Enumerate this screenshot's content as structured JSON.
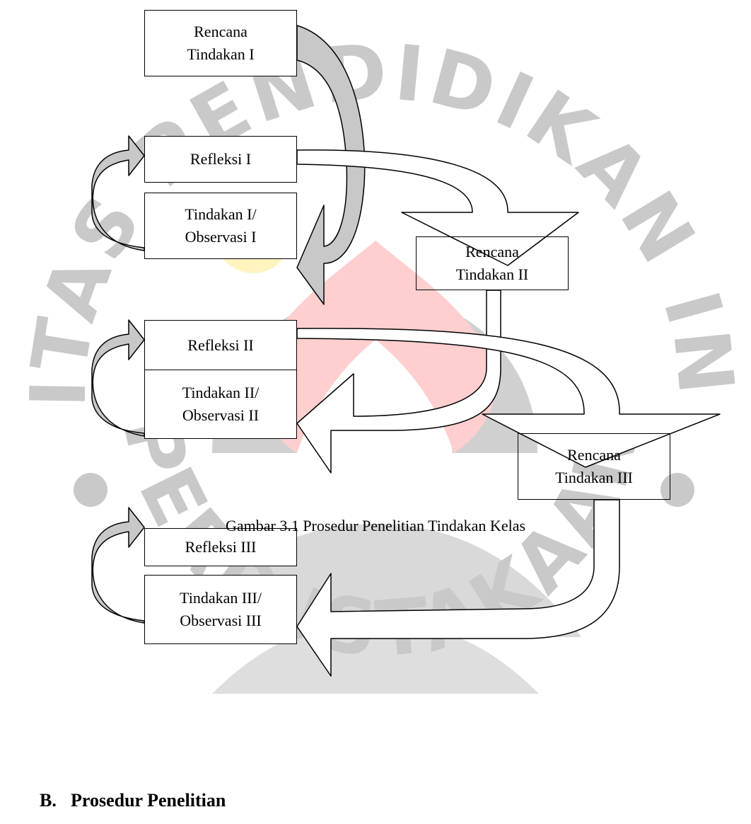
{
  "watermark": {
    "text_top": "UNIVERSITAS PENDIDIKAN INDONESIA",
    "text_bottom": "PERPUSTAKAAN",
    "colors": {
      "ring": "#c9c9c9",
      "flame": "#ffcfcf",
      "dot": "#fff4c0"
    }
  },
  "boxes": {
    "rencana1": {
      "line1": "Rencana",
      "line2": "Tindakan I"
    },
    "refleksi1": {
      "line1": "Refleksi I"
    },
    "tindakan1": {
      "line1": "Tindakan I/",
      "line2": "Observasi I"
    },
    "rencana2": {
      "line1": "Rencana",
      "line2": "Tindakan II"
    },
    "refleksi2": {
      "line1": "Refleksi II"
    },
    "tindakan2": {
      "line1": "Tindakan II/",
      "line2": "Observasi II"
    },
    "rencana3": {
      "line1": "Rencana",
      "line2": "Tindakan III"
    },
    "refleksi3": {
      "line1": "Refleksi III"
    },
    "tindakan3": {
      "line1": "Tindakan III/",
      "line2": "Observasi III"
    }
  },
  "caption": "Gambar 3.1 Prosedur Penelitian Tindakan Kelas",
  "heading": {
    "number": "B.",
    "title": "Prosedur Penelitian"
  }
}
